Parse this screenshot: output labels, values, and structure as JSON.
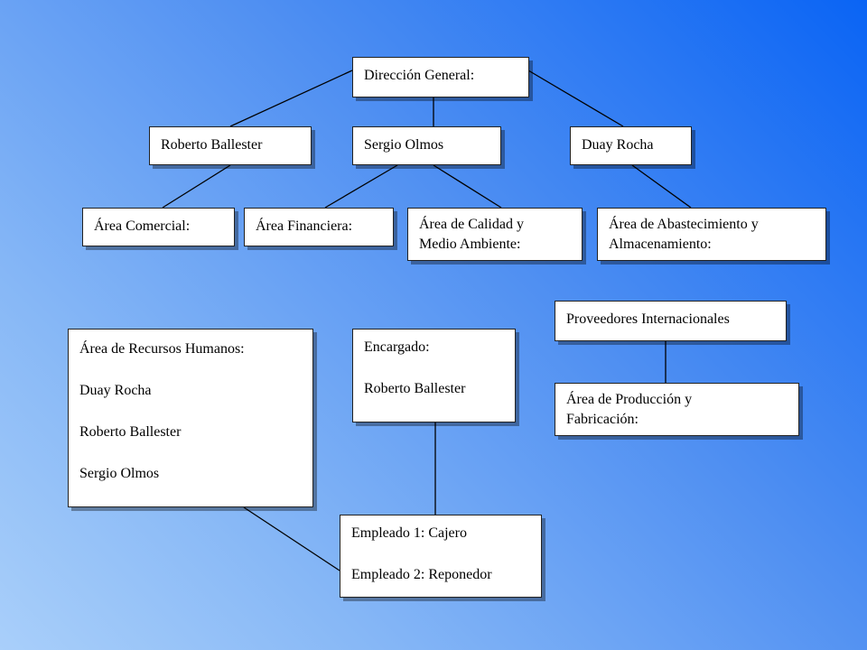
{
  "org_chart": {
    "direccion": "Dirección General:",
    "roberto": "Roberto Ballester",
    "sergio": "Sergio Olmos",
    "duay": "Duay Rocha",
    "comercial": "Área Comercial:",
    "financiera": "Área Financiera:",
    "calidad": [
      "Área de Calidad y",
      "Medio Ambiente:"
    ],
    "abastecimiento": [
      "Área de Abastecimiento y",
      "Almacenamiento:"
    ],
    "proveedores": "Proveedores Internacionales",
    "produccion": [
      "Área de Producción y",
      "Fabricación:"
    ],
    "rrhh": [
      "Área de Recursos Humanos:",
      "Duay Rocha",
      "Roberto Ballester",
      "Sergio Olmos"
    ],
    "encargado": [
      "Encargado:",
      "Roberto Ballester"
    ],
    "empleados": [
      "Empleado 1: Cajero",
      "Empleado 2: Reponedor"
    ]
  }
}
